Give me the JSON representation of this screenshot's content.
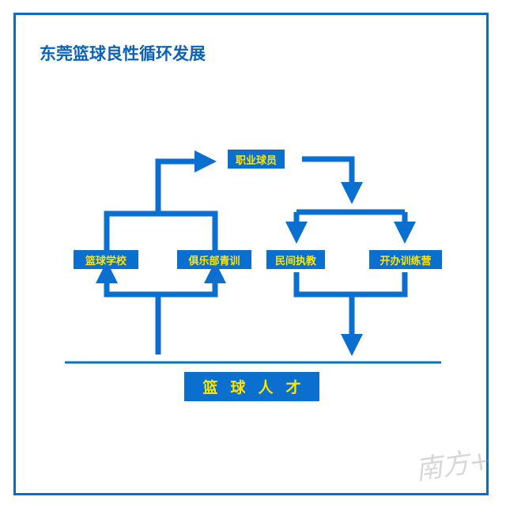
{
  "title": "东莞篮球良性循环发展",
  "nodes": {
    "top": "职业球员",
    "school": "篮球学校",
    "club": "俱乐部青训",
    "folk": "民间执教",
    "camp": "开办训练营",
    "bottom": "篮球人才"
  },
  "watermark": "南方+",
  "colors": {
    "accent": "#0b6fcf",
    "label_text": "#ffe600",
    "title_text": "#0b62b8"
  }
}
